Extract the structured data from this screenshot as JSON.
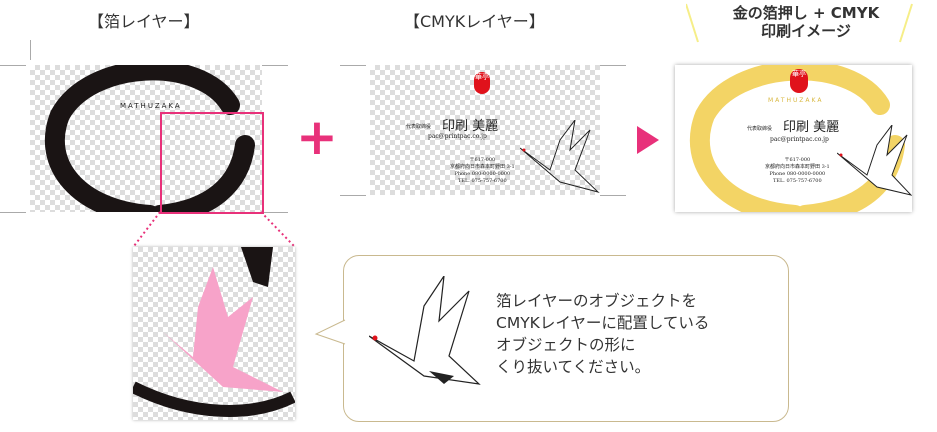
{
  "foil_layer": {
    "title": "【箔レイヤー】",
    "brand": "MATHUZAKA"
  },
  "cmyk_layer": {
    "title": "【CMYKレイヤー】"
  },
  "result": {
    "title_line1": "金の箔押し + CMYK",
    "title_line2": "印刷イメージ",
    "brand": "MATHUZAKA"
  },
  "card": {
    "logo": "華亭",
    "role": "代表取締役",
    "name": "印刷 美麗",
    "email": "pac@printpac.co.jp",
    "postal": "〒617-000",
    "address": "京都府向日市森本町野田 3-1",
    "phone": "Phone 080-0000-0000",
    "tel": "TEL. 075-757-6700"
  },
  "operators": {
    "plus": "+"
  },
  "note": {
    "text": "箔レイヤーのオブジェクトを\nCMYKレイヤーに配置している\nオブジェクトの形に\nくり抜いてください。"
  },
  "colors": {
    "accent": "#e8317a",
    "gold": "#f3d465",
    "pink_crane": "#f7a3c9"
  }
}
